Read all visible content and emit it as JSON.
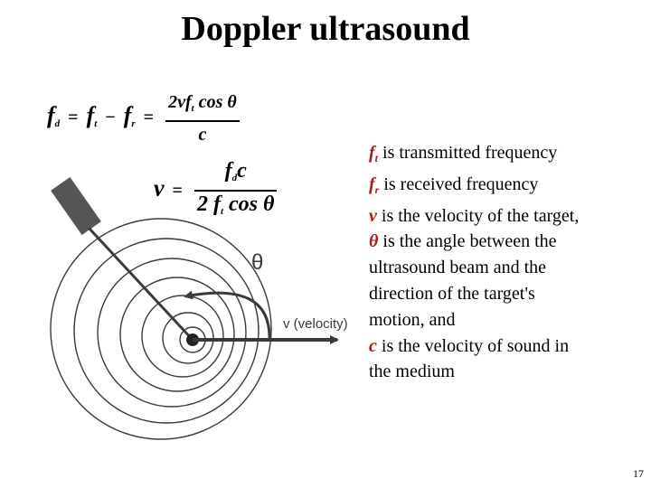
{
  "title": "Doppler ultrasound",
  "equation1": {
    "lhs": "f",
    "lhs_sub": "d",
    "eq": "=",
    "a": "f",
    "a_sub": "t",
    "minus": "−",
    "b": "f",
    "b_sub": "r",
    "eq2": "=",
    "num": "2vf",
    "num_sub": "t",
    "num_rest": " cos θ",
    "den": "c"
  },
  "equation2": {
    "lhs": "v",
    "eq": "=",
    "num": "f",
    "num_sub": "d",
    "num_rest": "c",
    "den_pre": "2 f",
    "den_sub": "t",
    "den_rest": " cos θ"
  },
  "diagram": {
    "angle_label": "θ",
    "velocity_label": "v (velocity)"
  },
  "definitions": {
    "ft_symbol": "f",
    "ft_sub": "t",
    "ft_text": " is transmitted frequency",
    "fr_symbol": "f",
    "fr_sub": "r",
    "fr_text": " is received frequency",
    "v_symbol": "v",
    "v_text": " is the velocity of the target,",
    "theta_symbol": "θ",
    "theta_text_1": " is the angle between the",
    "theta_text_2": "ultrasound beam and the",
    "theta_text_3": "direction of the target's",
    "theta_text_4": "motion, and",
    "c_symbol": "c",
    "c_text_1": " is the velocity of sound in",
    "c_text_2": "the medium"
  },
  "colors": {
    "symbol": "#b01818",
    "diagram_stroke": "#3a3a3a"
  },
  "page_number": "17"
}
